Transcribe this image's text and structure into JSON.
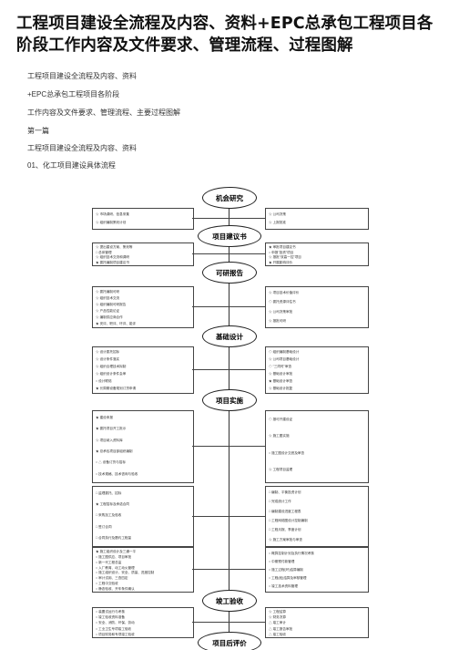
{
  "doc": {
    "title": "工程项目建设全流程及内容、资料+EPC总承包工程项目各阶段工作内容及文件要求、管理流程、过程图解",
    "lines": [
      "工程项目建设全流程及内容、资料",
      "+EPC总承包工程项目各阶段",
      "工作内容及文件要求、管理流程、主要过程图解",
      "第一篇",
      "工程项目建设全流程及内容、资料",
      "01、化工项目建设具体流程"
    ]
  },
  "flowchart": {
    "nodes": [
      "机会研究",
      "项目建议书",
      "可研报告",
      "基础设计",
      "项目实施",
      "竣工验收",
      "项目后评价"
    ],
    "boxes": [
      {
        "left": [
          "☆  市场调研、信息采集",
          "☆  组织编制策划计划"
        ],
        "right": [
          "☆  公司决策",
          "☆  上报批准"
        ]
      },
      {
        "left": [
          "☆  提出建设方案、策划等",
          "□  总体管理",
          "☆  组织技术交流和调研",
          "★  委托编制项目建议书"
        ],
        "right": [
          "★  审批项目建议书",
          "○  申报\"投资\"项目",
          "☆  报批\"双高一控\"项目",
          "★  开展影响评价"
        ]
      },
      {
        "left": [
          "☆  委托编制可研",
          "☆  组织技术交流",
          "☆  组织编制可研报告",
          "☆  产品性能论证",
          "☆  编制供应商合作",
          "★  安评、职评、环评、能评"
        ],
        "right": [
          "☆  项目技术价值评价",
          "◇  委托资源评估书",
          "☆  公司决策审批",
          "☆  报批可研"
        ]
      },
      {
        "left": [
          "☆  设计委托招标",
          "☆  设计条件落实",
          "☆  组织合理技术拟制",
          "☆  组织设计条件会审",
          "○  设计联络",
          "★  长周期设备规划订货申请"
        ],
        "right": [
          "◇  组织编制基础设计",
          "☆  公司项目基础设计",
          "◇  \"三同时\"审查",
          "☆  基础设计审批",
          "★  基础设计审查",
          "☆  基础设计批复"
        ]
      },
      {
        "left": [
          "★  建设申报",
          "★  委托项目开工批示",
          "☆  项目纳入资料库",
          "★  总承包项目部组织编制",
          "○  △  设备订货与招标",
          "○  技术规格、技术咨询与验收"
        ],
        "right": [
          "◇  报可开建设证",
          "☆  施工图实施",
          "○  施工图设计交底及审查",
          "☆  工程项目监理"
        ]
      },
      {
        "left": [
          "□  监理委托、招标",
          "★  工程招标及承诺合同",
          "□  采购加工及验收",
          "□  签订合同",
          "□  合同执行及履约工程量"
        ],
        "right": [
          "□  编制、平衡投资计划",
          "□  完成统计工作",
          "□  编制建设进度工程表",
          "□  工程网络图设计控制编制",
          "□  工程月报、季度计划",
          "☆  施工方案审批与审查"
        ]
      },
      {
        "left": [
          "★  施工组织设计及三通一平",
          "○  施工图供应、项目审批",
          "○  新一代工程总监",
          "○  入厂教育、动工动火管理",
          "○  施工组织设计、安全、质量、进度控制",
          "○  审计试用、三查四定",
          "○  工程中交验收",
          "○  静态验收、开车条件确认"
        ],
        "right": [
          "○  概算控制计划及执行情况考核",
          "○  中期预付款管理",
          "○  施工过程(环)结算编制",
          "○  工程(段)结算及审核管理",
          "○  竣工技术资料管理"
        ]
      },
      {
        "left": [
          "○  装置试运行与考核",
          "○  竣工验收资料准备",
          "○  安全、消防、环保、劳动",
          "○  工业卫生专项竣工验收",
          "○  项目财务和专项竣工验收"
        ],
        "right": [
          "☆  工程结算",
          "☆  财务决算",
          "△  竣工审计",
          "△  竣工报告审批",
          "△  竣工验收"
        ]
      }
    ]
  }
}
